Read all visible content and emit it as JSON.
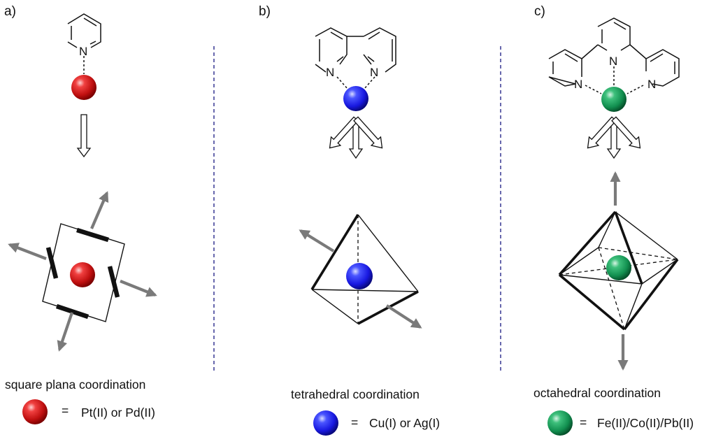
{
  "panels": [
    {
      "tag": "a)",
      "ligand_atoms": [
        "N"
      ],
      "caption": "square plana coordination",
      "legend_eq": "=",
      "legend_text": "Pt(II) or Pd(II)",
      "ball_color": "#d01818"
    },
    {
      "tag": "b)",
      "ligand_atoms": [
        "N",
        "N"
      ],
      "caption": "tetrahedral coordination",
      "legend_eq": "=",
      "legend_text": "Cu(I) or Ag(I)",
      "ball_color": "#1a22e6"
    },
    {
      "tag": "c)",
      "ligand_atoms": [
        "N",
        "N",
        "N"
      ],
      "caption": "octahedral coordination",
      "legend_eq": "=",
      "legend_text": "Fe(II)/Co(II)/Pb(II)",
      "ball_color": "#14955a"
    }
  ],
  "colors": {
    "divider": "#27278a",
    "arrow_gray": "#7a7a7a",
    "ink": "#111111"
  }
}
